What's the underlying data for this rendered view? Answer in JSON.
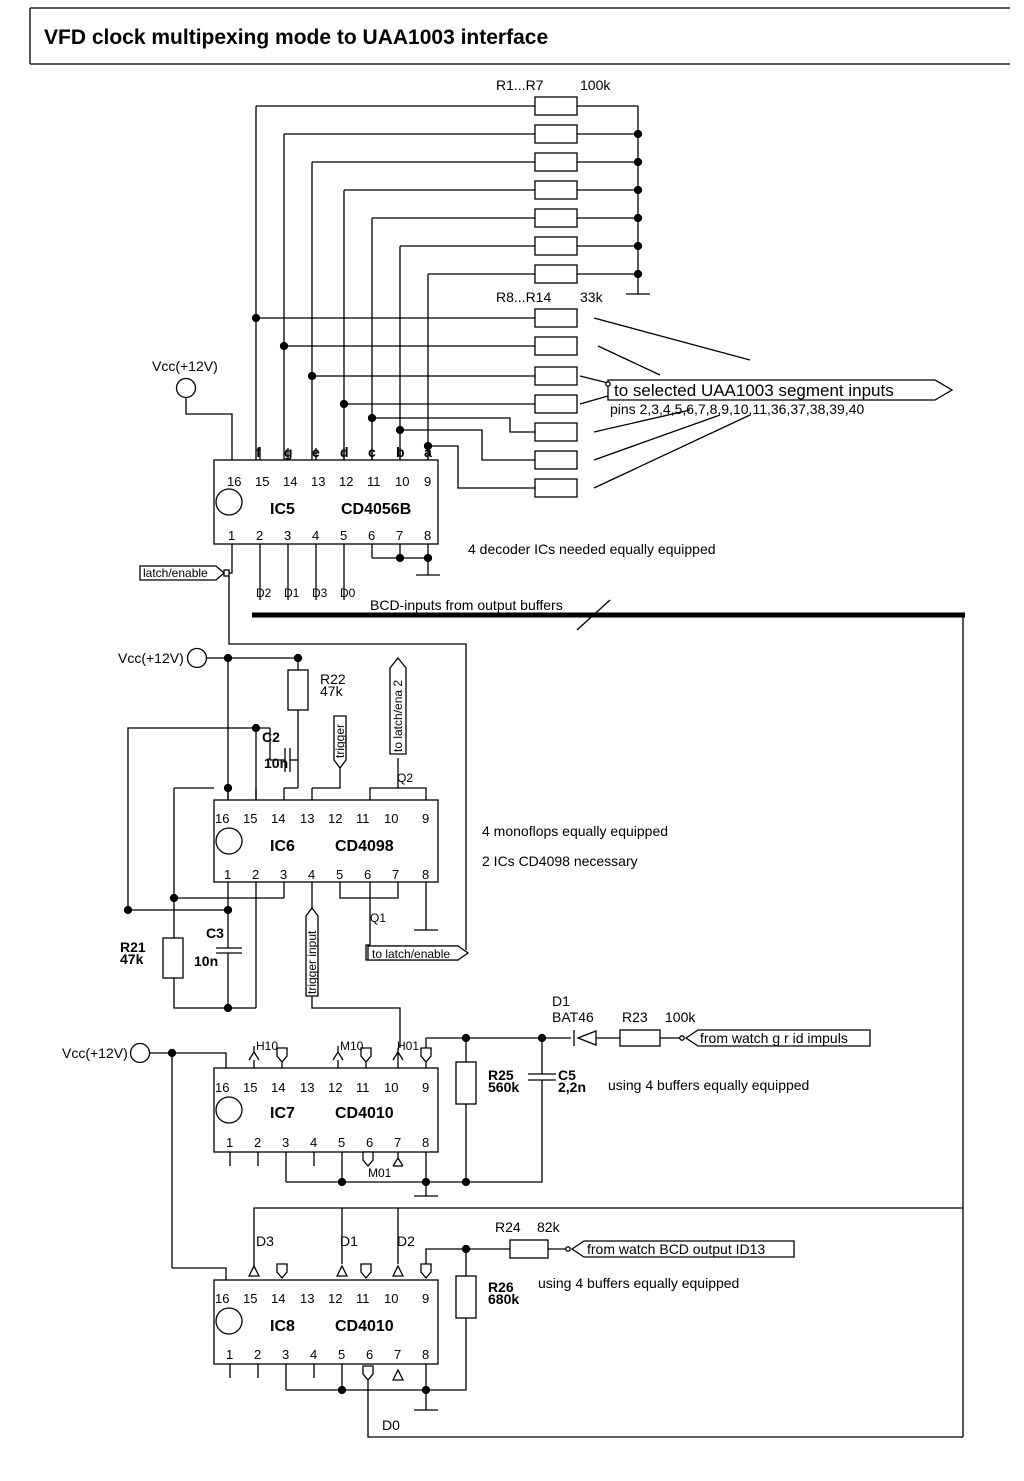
{
  "title": "VFD clock multipexing mode  to UAA1003 interface",
  "resistors": {
    "r1_r7": {
      "name": "R1...R7",
      "value": "100k"
    },
    "r8_r14": {
      "name": "R8...R14",
      "value": "33k"
    },
    "r21": {
      "name": "R21",
      "value": "47k"
    },
    "r22": {
      "name": "R22",
      "value": "47k"
    },
    "r23": {
      "name": "R23",
      "value": "100k"
    },
    "r24": {
      "name": "R24",
      "value": "82k"
    },
    "r25": {
      "name": "R25",
      "value": "560k"
    },
    "r26": {
      "name": "R26",
      "value": "680k"
    }
  },
  "capacitors": {
    "c2": {
      "name": "C2",
      "value": "10n"
    },
    "c3": {
      "name": "C3",
      "value": "10n"
    },
    "c5": {
      "name": "C5",
      "value": "2,2n"
    }
  },
  "diode": {
    "name": "D1",
    "value": "BAT46"
  },
  "vcc_label": "Vcc(+12V)",
  "ic5": {
    "name": "IC5",
    "part": "CD4056B",
    "top_pins": [
      "16",
      "15",
      "14",
      "13",
      "12",
      "11",
      "10",
      "9"
    ],
    "bottom_pins": [
      "1",
      "2",
      "3",
      "4",
      "5",
      "6",
      "7",
      "8"
    ],
    "segments": [
      "f",
      "g",
      "e",
      "d",
      "c",
      "b",
      "a"
    ],
    "bcd": [
      "D2",
      "D1",
      "D3",
      "D0"
    ]
  },
  "ic6": {
    "name": "IC6",
    "part": "CD4098",
    "top_pins": [
      "16",
      "15",
      "14",
      "13",
      "12",
      "11",
      "10",
      "9"
    ],
    "bottom_pins": [
      "1",
      "2",
      "3",
      "4",
      "5",
      "6",
      "7",
      "8"
    ],
    "q2": "Q2",
    "q1": "Q1"
  },
  "ic7": {
    "name": "IC7",
    "part": "CD4010",
    "top_pins": [
      "16",
      "15",
      "14",
      "13",
      "12",
      "11",
      "10",
      "9"
    ],
    "bottom_pins": [
      "1",
      "2",
      "3",
      "4",
      "5",
      "6",
      "7",
      "8"
    ],
    "outputs": [
      "H10",
      "M10",
      "H01",
      "M01"
    ]
  },
  "ic8": {
    "name": "IC8",
    "part": "CD4010",
    "top_pins": [
      "16",
      "15",
      "14",
      "13",
      "12",
      "11",
      "10",
      "9"
    ],
    "bottom_pins": [
      "1",
      "2",
      "3",
      "4",
      "5",
      "6",
      "7",
      "8"
    ],
    "outputs": [
      "D3",
      "D1",
      "D2",
      "D0"
    ]
  },
  "flags": {
    "segment_inputs": "to selected UAA1003 segment inputs",
    "latch_enable": "latch/enable",
    "to_latch_enable": "to latch/enable",
    "trigger": "trigger",
    "to_latch_ena2": "to latch/ena 2",
    "trigger_input": "trigger input",
    "grid_impuls": "from watch g r id impuls",
    "bcd_output": "from watch BCD output ID13"
  },
  "notes": {
    "pins": "pins 2,3,4,5,6,7,8,9,10,11,36,37,38,39,40",
    "decoders": "4 decoder ICs needed equally equipped",
    "bcd_bus": "BCD-inputs from output buffers",
    "monoflops": "4 monoflops equally equipped",
    "cd4098": "2 ICs CD4098  necessary",
    "buffers7": "using 4  buffers equally equipped",
    "buffers8": "using 4 buffers equally equipped"
  }
}
